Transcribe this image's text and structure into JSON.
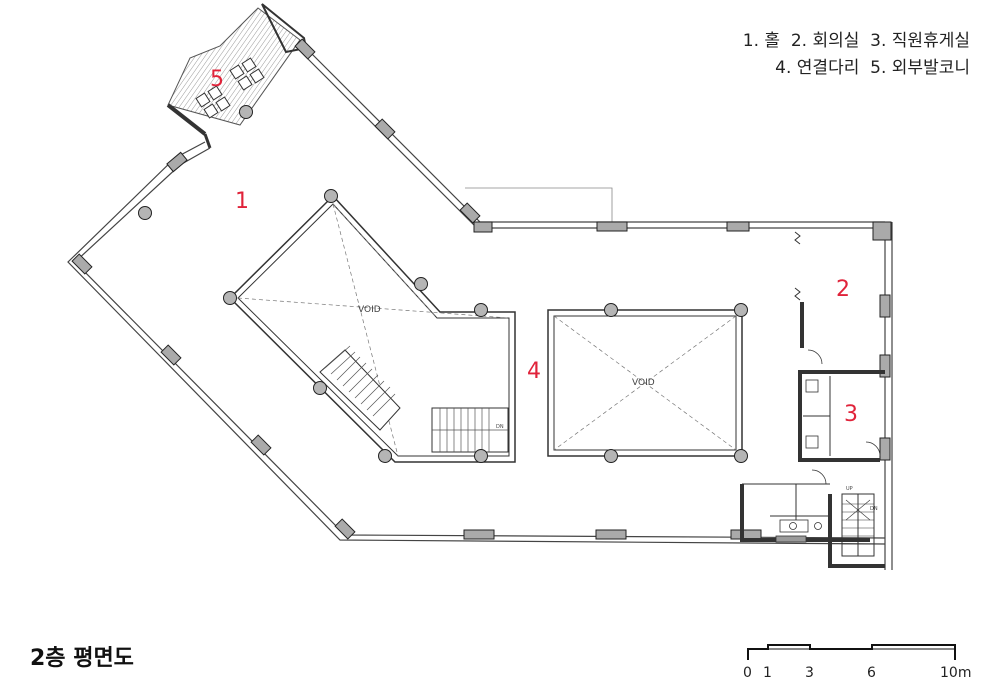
{
  "legend": {
    "line1": "1. 홀  2. 회의실  3. 직원휴게실",
    "line2": "4. 연결다리  5. 외부발코니"
  },
  "title": "2층 평면도",
  "rooms": {
    "r1": "1",
    "r2": "2",
    "r3": "3",
    "r4": "4",
    "r5": "5"
  },
  "voids": {
    "void_left": "VOID",
    "void_right": "VOID"
  },
  "stairs": {
    "up": "UP",
    "dn": "DN",
    "dn_left": "DN"
  },
  "scale_bar": {
    "ticks": [
      "0",
      "1",
      "3",
      "6",
      "10m"
    ],
    "unit": "m"
  },
  "colors": {
    "wall": "#333333",
    "accent": "#e0233a",
    "column_fill": "#b5b5b5",
    "balcony_fill": "#e6e6e6"
  }
}
